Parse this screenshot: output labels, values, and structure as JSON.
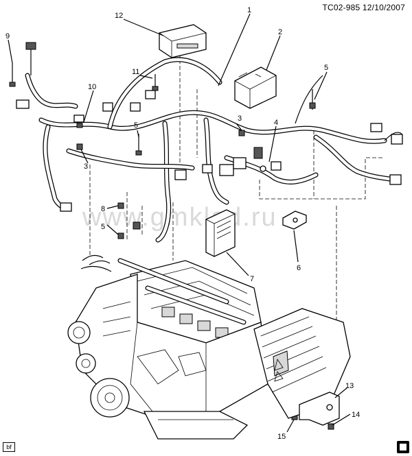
{
  "header": {
    "doc_id": "TC02-985 12/10/2007"
  },
  "footer": {
    "corner_label": "bf"
  },
  "watermark": {
    "text": "www.gmklad.ru"
  },
  "callouts": [
    {
      "id": "c1",
      "label": "1"
    },
    {
      "id": "c2",
      "label": "2"
    },
    {
      "id": "c3a",
      "label": "3"
    },
    {
      "id": "c3b",
      "label": "3"
    },
    {
      "id": "c4",
      "label": "4"
    },
    {
      "id": "c5a",
      "label": "5"
    },
    {
      "id": "c5b",
      "label": "5"
    },
    {
      "id": "c5c",
      "label": "5"
    },
    {
      "id": "c6",
      "label": "6"
    },
    {
      "id": "c7",
      "label": "7"
    },
    {
      "id": "c8",
      "label": "8"
    },
    {
      "id": "c9",
      "label": "9"
    },
    {
      "id": "c10",
      "label": "10"
    },
    {
      "id": "c11",
      "label": "11"
    },
    {
      "id": "c12",
      "label": "12"
    },
    {
      "id": "c13",
      "label": "13"
    },
    {
      "id": "c14",
      "label": "14"
    },
    {
      "id": "c15",
      "label": "15"
    }
  ]
}
